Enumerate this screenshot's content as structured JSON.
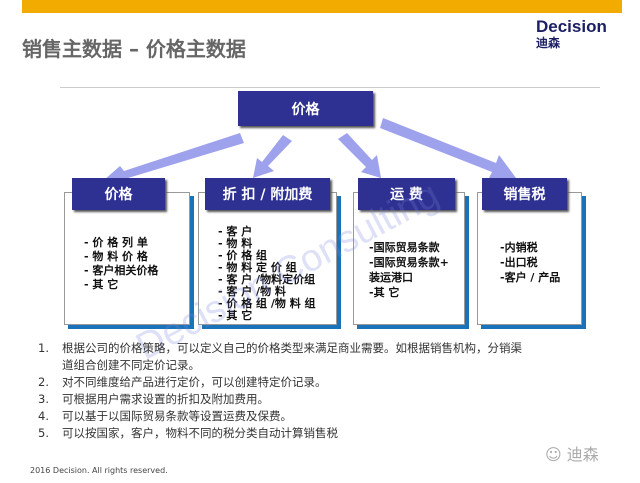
{
  "header": {
    "title": "销售主数据 – 价格主数据",
    "logo_en": "Decision",
    "logo_cn": "迪森"
  },
  "root": {
    "label": "价格"
  },
  "boxes": [
    {
      "label": "价格",
      "items": [
        "-  价 格 列 单",
        "-  物 料 价 格",
        "-  客户相关价格",
        "-  其 它"
      ]
    },
    {
      "label": "折 扣 / 附加费",
      "items": [
        "-  客 户",
        "-  物 料",
        "-  价 格 组",
        "-  物 料 定 价 组",
        "-  客 户 /物料定价组",
        "-  客 户 /物 料",
        "-  价 格 组 /物 料 组",
        "-  其 它"
      ]
    },
    {
      "label": "运 费",
      "items": [
        "-国际贸易条款",
        "-国际贸易条款+",
        "装运港口",
        "-其 它"
      ]
    },
    {
      "label": "销售税",
      "items": [
        "-内销税",
        "-出口税",
        "-客户 / 产品"
      ]
    }
  ],
  "notes": [
    {
      "n": "1.",
      "text": "根据公司的价格策略，可以定义自己的价格类型来满足商业需要。如根据销售机构，分销渠道组合创建不同定价记录。"
    },
    {
      "n": "2.",
      "text": "对不同维度给产品进行定价，可以创建特定价记录。"
    },
    {
      "n": "3.",
      "text": "可根据用户需求设置的折扣及附加费用。"
    },
    {
      "n": "4.",
      "text": "可以基于以国际贸易条款等设置运费及保费。"
    },
    {
      "n": "5.",
      "text": "可以按国家，客户，物料不同的税分类自动计算销售税"
    }
  ],
  "footer": "2016 Decision. All rights reserved.",
  "wechat_mark": "迪森",
  "watermark": "Decision Consulting",
  "colors": {
    "accent": "#f2ab00",
    "navy": "#2e3192",
    "arrow": "#9ea2ec"
  }
}
